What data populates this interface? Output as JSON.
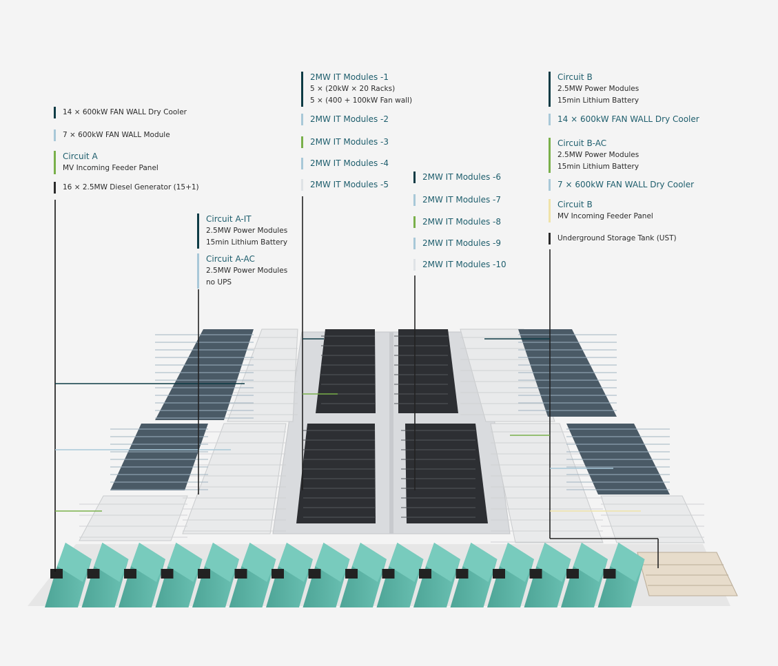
{
  "colors": {
    "dark": "#0d3b45",
    "light_blue": "#a8c8d8",
    "green": "#79b04a",
    "pale": "#dfe3e6",
    "yellow": "#efe3a8",
    "black": "#2b2b2b",
    "generator": "#5fb7a9",
    "rack": "#2d2f33"
  },
  "labels": {
    "dry_cooler_a": "14 × 600kW  FAN WALL Dry Cooler",
    "fan_module_a": "7 × 600kW   FAN WALL Module",
    "circuit_a": "Circuit A",
    "mv_panel_a": "MV Incoming Feeder Panel",
    "diesel": "16 × 2.5MW Diesel Generator (15+1)",
    "circuit_a_it": "Circuit  A-IT",
    "a_it_line1": "2.5MW Power Modules",
    "a_it_line2": "15min Lithium Battery",
    "circuit_a_ac": "Circuit A-AC",
    "a_ac_line1": "2.5MW Power Modules",
    "a_ac_line2": "no UPS",
    "it1": "2MW IT Modules -1",
    "it1_line1": "5 × (20kW × 20 Racks)",
    "it1_line2": "5 × (400 + 100kW Fan wall)",
    "it2": "2MW IT Modules -2",
    "it3": "2MW IT Modules -3",
    "it4": "2MW IT Modules -4",
    "it5": "2MW IT Modules -5",
    "it6": "2MW IT Modules -6",
    "it7": "2MW IT Modules -7",
    "it8": "2MW IT Modules -8",
    "it9": "2MW IT Modules -9",
    "it10": "2MW IT Modules -10",
    "circuit_b": "Circuit B",
    "b_line1": "2.5MW Power Modules",
    "b_line2": "15min Lithium Battery",
    "dry_cooler_b": "14 × 600kW FAN WALL Dry Cooler",
    "circuit_b_ac": "Circuit B-AC",
    "bac_line1": "2.5MW Power Modules",
    "bac_line2": "15min Lithium Battery",
    "dry_cooler_b7": "7 × 600kW FAN WALL Dry Cooler",
    "circuit_b2": "Circuit B",
    "mv_panel_b": "MV Incoming Feeder Panel",
    "ust": "Underground Storage Tank (UST)"
  }
}
